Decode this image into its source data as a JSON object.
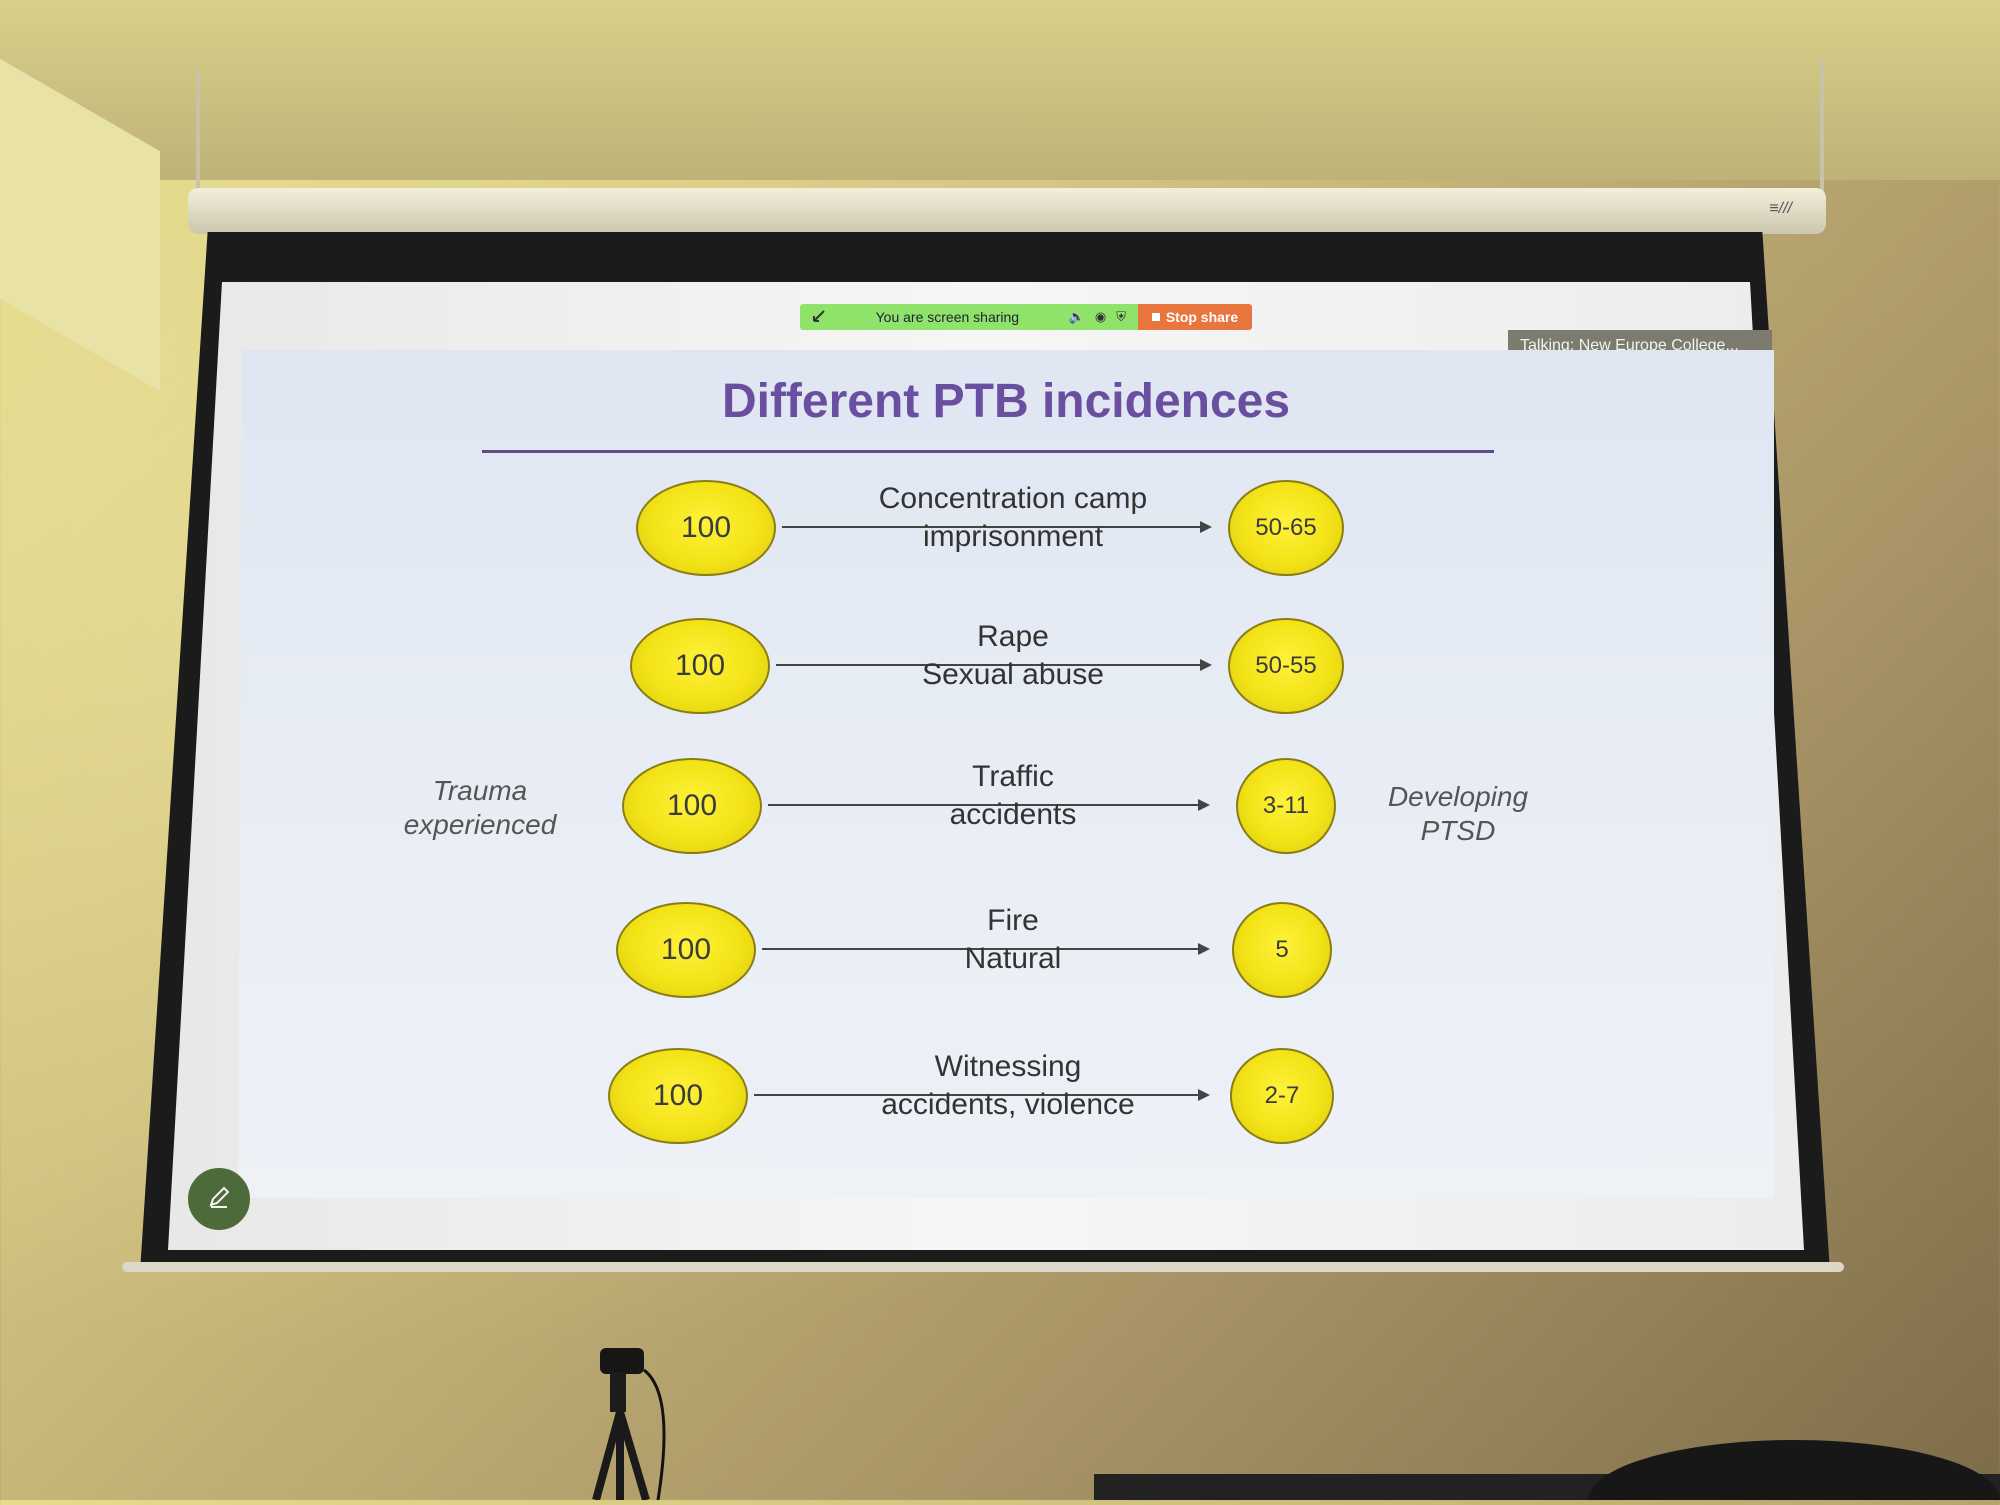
{
  "toolbar": {
    "sharing_text": "You are screen sharing",
    "stop_share_label": "Stop share",
    "talking_text": "Talking: New Europe College..."
  },
  "slide": {
    "title": "Different PTB incidences",
    "left_label_line1": "Trauma",
    "left_label_line2": "experienced",
    "right_label_line1": "Developing",
    "right_label_line2": "PTSD",
    "rows": [
      {
        "from": "100",
        "label_line1": "Concentration camp",
        "label_line2": "imprisonment",
        "to": "50-65"
      },
      {
        "from": "100",
        "label_line1": "Rape",
        "label_line2": "Sexual abuse",
        "to": "50-55"
      },
      {
        "from": "100",
        "label_line1": "Traffic",
        "label_line2": "accidents",
        "to": "3-11"
      },
      {
        "from": "100",
        "label_line1": "Fire",
        "label_line2": "Natural",
        "to": "5"
      },
      {
        "from": "100",
        "label_line1": "Witnessing",
        "label_line2": "accidents, violence",
        "to": "2-7"
      }
    ]
  },
  "colors": {
    "title": "#6a4ea0",
    "oval": "#f3e317",
    "share_green": "#8fe36a",
    "stop_share": "#e8743e"
  },
  "icons": [
    "minimize-icon",
    "speaker-icon",
    "record-icon",
    "shield-icon",
    "pencil-icon"
  ]
}
